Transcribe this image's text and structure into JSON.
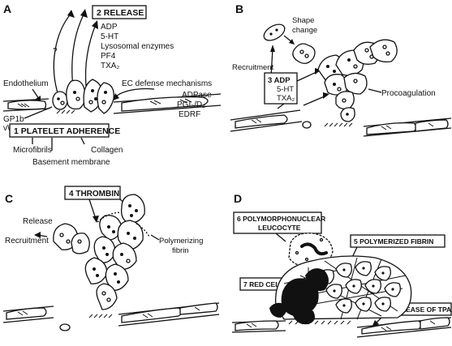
{
  "panels": {
    "a": {
      "letter": "A",
      "release_box": "2  RELEASE",
      "release_items": [
        "ADP",
        "5-HT",
        "Lysosomal enzymes",
        "PF4",
        "TXA₂"
      ],
      "question_mark": "?",
      "endothelium": "Endothelium",
      "ec_defense": "EC defense mechanisms",
      "defense_items": [
        "ADPase",
        "PGI₂/D₂",
        "EDRF"
      ],
      "gp1b": "GP1b",
      "vwf": "vWF",
      "adherence_box": "1  PLATELET ADHERENCE",
      "microfibrils": "Microfibrils",
      "collagen": "Collagen",
      "basement_membrane": "Basement membrane"
    },
    "b": {
      "letter": "B",
      "shape_change": [
        "Shape",
        "change"
      ],
      "recruitment": "Recruitment",
      "box_items": [
        "3 ADP",
        "5-HT",
        "TXA₂"
      ],
      "procoagulation": "Procoagulation"
    },
    "c": {
      "letter": "C",
      "thrombin_box": "4  THROMBIN",
      "release": "Release",
      "recruitment": "Recruitment",
      "polymerizing_fibrin": [
        "Polymerizing",
        "fibrin"
      ]
    },
    "d": {
      "letter": "D",
      "pmn_box": [
        "6  POLYMORPHONUCLEAR",
        "LEUCOCYTE"
      ],
      "fibrin_box": "5  POLYMERIZED FIBRIN",
      "red_cells_box": "7  RED CELLS",
      "tpa_box": "8  RELEASE OF TPA"
    }
  }
}
